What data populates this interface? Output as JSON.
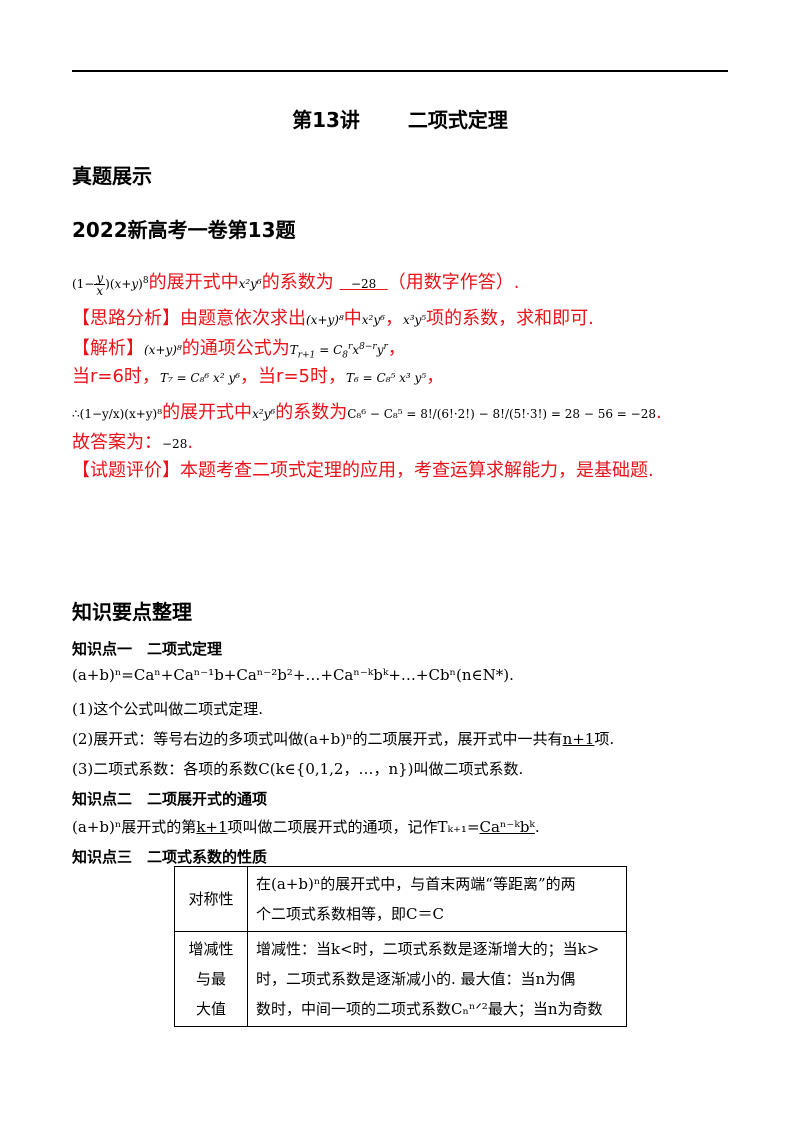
{
  "page_title": {
    "lecture": "第13讲",
    "topic": "二项式定理"
  },
  "section_real": "真题展示",
  "exam_title": "2022新高考一卷第13题",
  "problem": {
    "expr": "(1−y/x)(x+y)⁸",
    "mid1": "的展开式中",
    "term": "x²y⁶",
    "mid2": "的系数为",
    "answer": "−28",
    "tail": "（用数字作答）."
  },
  "analysis": {
    "label": "【思路分析】",
    "text1": "由题意依次求出",
    "expr": "(x+y)⁸",
    "mid": "中",
    "term1": "x²y⁶",
    "comma": "，",
    "term2": "x³y⁵",
    "text2": "项的系数，求和即可."
  },
  "solution": {
    "label": "【解析】",
    "expr": "(x+y)⁸",
    "text1": "的通项公式为",
    "formula": "T_{r+1} = C_8^r x^{8−r} y^r",
    "r6": "当r=6时，",
    "t7": "T₇ = C₈⁶ x² y⁶",
    "r5": "，当r=5时，",
    "t6": "T₆ = C₈⁵ x³ y⁵",
    "line3_pre": "∴(1−y/x)(x+y)⁸",
    "line3_mid": "的展开式中",
    "line3_term": "x²y⁶",
    "line3_post": "的系数为",
    "calc": "C₈⁶ − C₈⁵ = 8!/(6!·2!) − 8!/(5!·3!) = 28 − 56 = −28",
    "final_label": "故答案为：",
    "final_value": "−28",
    "final_dot": "."
  },
  "evaluation": {
    "label": "【试题评价】",
    "text": "本题考查二项式定理的应用，考查运算求解能力，是基础题."
  },
  "section_points": "知识要点整理",
  "kp1": {
    "title": "知识点一　二项式定理",
    "formula": "(a+b)ⁿ=Caⁿ+Caⁿ⁻¹b+Caⁿ⁻²b²+…+Caⁿ⁻ᵏbᵏ+…+Cbⁿ(n∈N*).",
    "p1": "(1)这个公式叫做二项式定理.",
    "p2_pre": "(2)展开式：等号右边的多项式叫做(a+b)ⁿ的二项展开式，展开式中一共有",
    "p2_u": "n+1",
    "p2_post": "项.",
    "p3": "(3)二项式系数：各项的系数C(k∈{0,1,2，…，n})叫做二项式系数."
  },
  "kp2": {
    "title": "知识点二　二项展开式的通项",
    "text_pre": "(a+b)ⁿ展开式的第",
    "text_u": "k+1",
    "text_mid": "项叫做二项展开式的通项，记作",
    "text_term": "Tₖ₊₁=",
    "text_u2": "Caⁿ⁻ᵏbᵏ",
    "text_dot": "."
  },
  "kp3": {
    "title": "知识点三　二项式系数的性质",
    "rows": [
      {
        "label": "对称性",
        "lines": [
          "在(a+b)ⁿ的展开式中，与首末两端“等距离”的两",
          "个二项式系数相等，即C＝C"
        ]
      },
      {
        "label_lines": [
          "增减性",
          "与最",
          "大值"
        ],
        "lines": [
          "增减性：当k<时，二项式系数是逐渐增大的；当k>",
          "时，二项式系数是逐渐减小的. 最大值：当n为偶",
          "数时，中间一项的二项式系数Cₙⁿᐟ²最大；当n为奇数"
        ]
      }
    ]
  }
}
